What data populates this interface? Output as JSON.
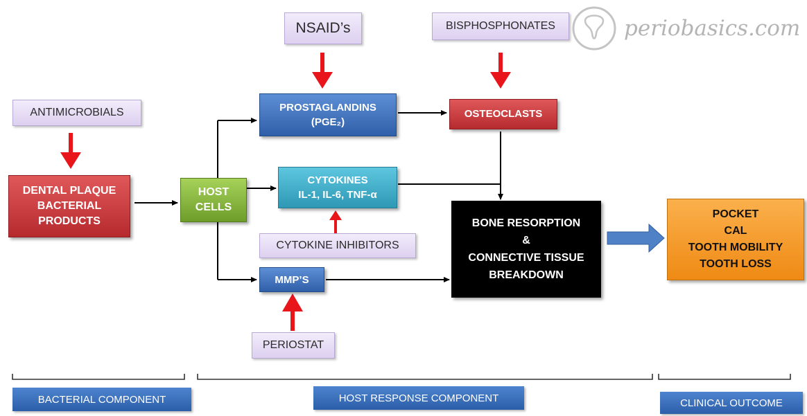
{
  "watermark": {
    "text": "periobasics.com"
  },
  "modulators": {
    "nsaids": "NSAID’s",
    "bisphosphonates": "BISPHOSPHONATES",
    "antimicrobials": "ANTIMICROBIALS",
    "cytokine_inhibitors": "CYTOKINE INHIBITORS",
    "periostat": "PERIOSTAT"
  },
  "nodes": {
    "dental_plaque": [
      "DENTAL PLAQUE",
      "BACTERIAL",
      "PRODUCTS"
    ],
    "host_cells": [
      "HOST",
      "CELLS"
    ],
    "prostaglandins": [
      "PROSTAGLANDINS",
      "(PGE₂)"
    ],
    "osteoclasts": "OSTEOCLASTS",
    "cytokines": [
      "CYTOKINES",
      "IL-1, IL-6, TNF-α"
    ],
    "mmps": "MMP’S",
    "bone_resorption": [
      "BONE RESORPTION",
      "&",
      "CONNECTIVE TISSUE",
      "BREAKDOWN"
    ],
    "clinical": [
      "POCKET",
      "CAL",
      "TOOTH MOBILITY",
      "TOOTH LOSS"
    ]
  },
  "footer": {
    "bacterial": "BACTERIAL COMPONENT",
    "host": "HOST RESPONSE COMPONENT",
    "clinical": "CLINICAL OUTCOME"
  },
  "colors": {
    "inhibitor_arrow": "#e8161b",
    "flow_arrow": "#000000",
    "outcome_arrow": "#4f81c7"
  }
}
